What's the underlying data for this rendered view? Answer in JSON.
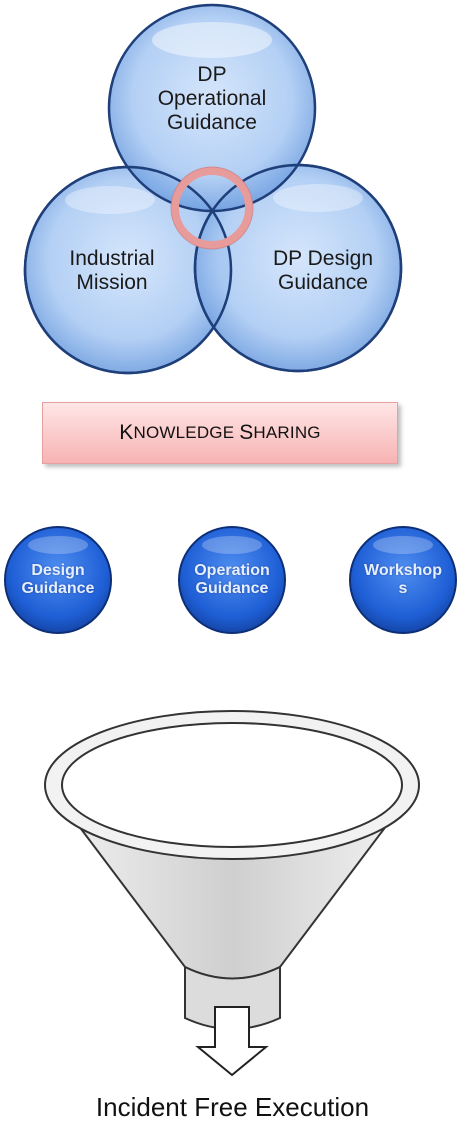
{
  "venn": {
    "top_line1": "DP",
    "top_line2": "Operational",
    "top_line3": "Guidance",
    "left_line1": "Industrial",
    "left_line2": "Mission",
    "right_line1": "DP Design",
    "right_line2": "Guidance"
  },
  "knowledge_sharing": {
    "k": "K",
    "nowledge": "NOWLEDGE ",
    "s": "S",
    "haring": "HARING"
  },
  "channels": [
    {
      "line1": "Design",
      "line2": "Guidance"
    },
    {
      "line1": "Operation",
      "line2": "Guidance"
    },
    {
      "line1": "Workshop",
      "line2": "s"
    }
  ],
  "outcome": "Incident Free Execution",
  "colors": {
    "circle_fill": "#a9c9f3",
    "circle_stroke": "#1f3f7a",
    "small_circle_fill": "#1f5fd6",
    "center_ring": "#e79b9b",
    "ks_box": "#f7b3b3"
  }
}
